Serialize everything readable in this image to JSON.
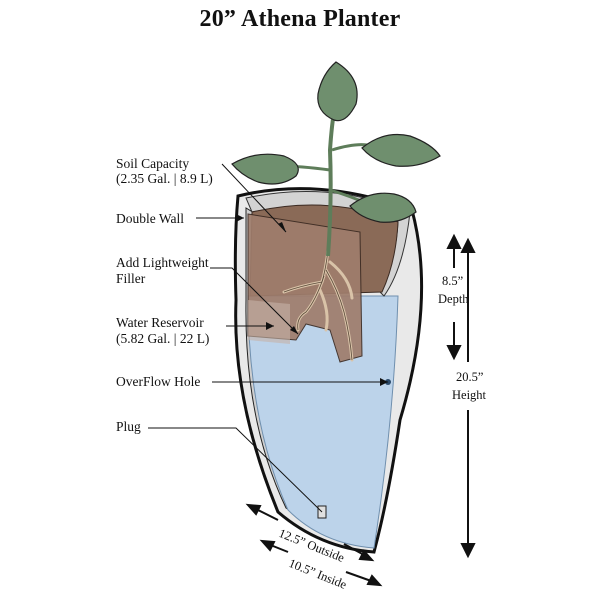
{
  "title": "20” Athena Planter",
  "labels": {
    "soil_capacity": "Soil Capacity",
    "soil_capacity_value": "(2.35 Gal. | 8.9 L)",
    "double_wall": "Double Wall",
    "add_filler_line1": "Add Lightweight",
    "add_filler_line2": "Filler",
    "water_reservoir": "Water Reservoir",
    "water_reservoir_value": "(5.82 Gal. | 22 L)",
    "overflow_hole": "OverFlow Hole",
    "plug": "Plug"
  },
  "dimensions": {
    "depth_value": "8.5”",
    "depth_label": "Depth",
    "height_value": "20.5”",
    "height_label": "Height",
    "outside": "12.5” Outside",
    "inside": "10.5” Inside"
  },
  "colors": {
    "planter_shell": "#e8e8e8",
    "planter_inner": "#bdbdbd",
    "water": "#bcd3ea",
    "soil_top": "#8a6a57",
    "soil_cross": "#9b7a69",
    "leaf": "#6f8f6e",
    "roots": "#d9c3a8"
  }
}
